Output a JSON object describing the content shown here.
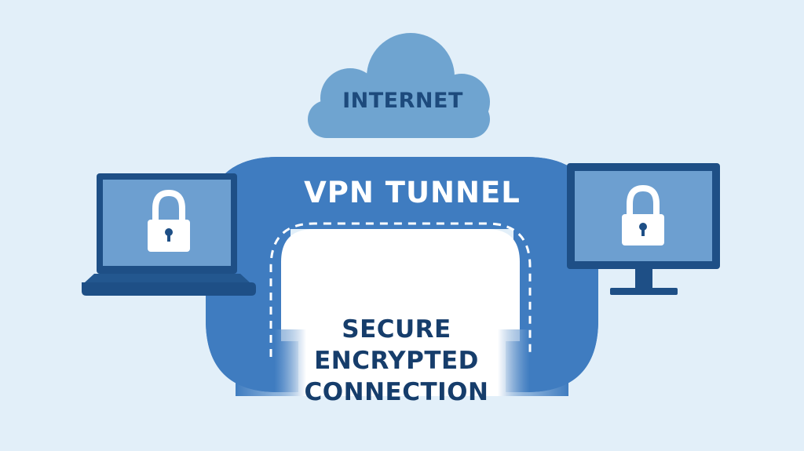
{
  "internet": {
    "label": "INTERNET"
  },
  "tunnel": {
    "label": "VPN TUNNEL"
  },
  "connection": {
    "lines": [
      "SECURE",
      "ENCRYPTED",
      "CONNECTION"
    ]
  },
  "colors": {
    "background": "#e2eff9",
    "cloud": "#6fa4d0",
    "tunnel": "#3f7cc0",
    "device_frame": "#1e4f86",
    "screen": "#6d9fd0",
    "lock": "#ffffff"
  },
  "icons": [
    "cloud-icon",
    "laptop-icon",
    "monitor-icon",
    "padlock-icon"
  ]
}
